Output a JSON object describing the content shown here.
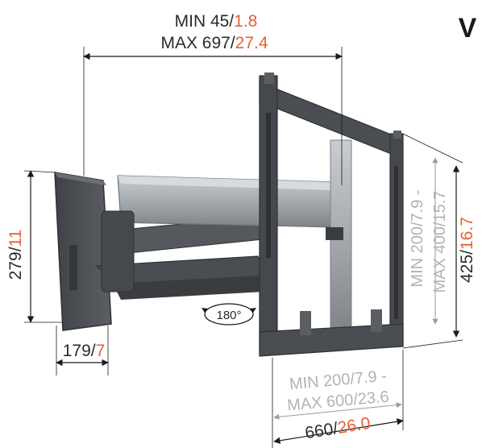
{
  "labels": {
    "top_line1_black": "MIN 45/",
    "top_line1_orange": "1.8",
    "top_line2_black": "MAX 697/",
    "top_line2_orange": "27.4",
    "left_black": "279/",
    "left_orange": "11",
    "bottom_left_black": "179/",
    "bottom_left_orange": "7",
    "rotation": "180°",
    "right_vesa_line1": "MIN 200/7.9 -",
    "right_vesa_line2": "MAX 400/15.7",
    "right_height_black": "425/",
    "right_height_orange": "16.7",
    "bottom_vesa_line1": "MIN 200/7.9 -",
    "bottom_vesa_line2": "MAX 600/23.6",
    "bottom_width_black": "660/",
    "bottom_width_orange": "26.0",
    "logo": "V"
  },
  "colors": {
    "accent": "#e8613a",
    "dimension_text": "#2b2b2b",
    "vesa_text": "#b3b3b3",
    "bracket_dark": "#4a4d52",
    "arm_silver": "#9ea3a8",
    "logo": "#1a1a1a"
  }
}
